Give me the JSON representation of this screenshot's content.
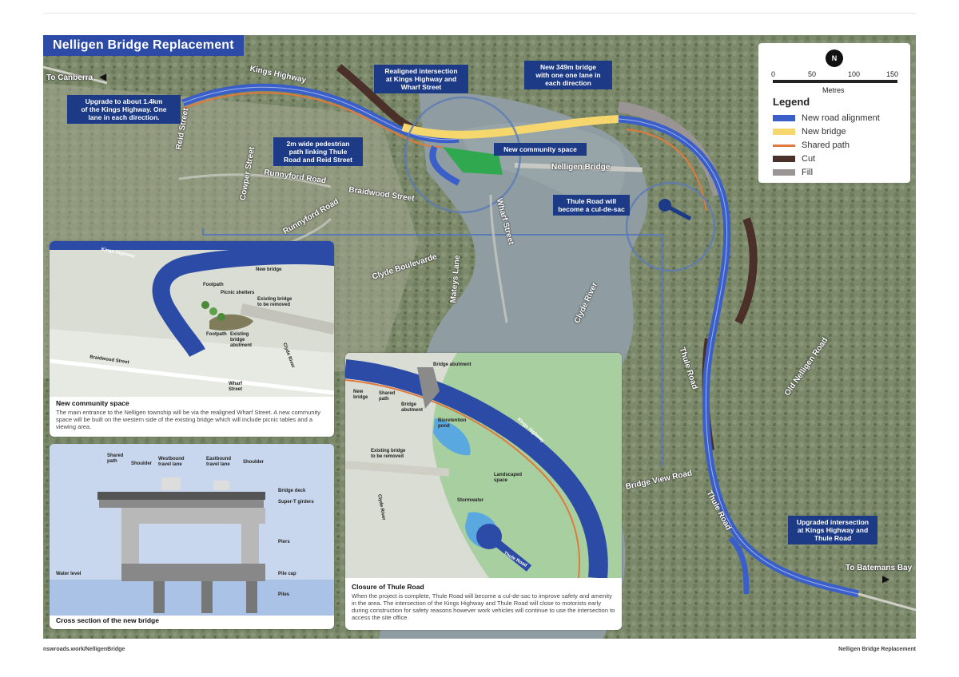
{
  "title": "Nelligen Bridge Replacement",
  "callouts": {
    "upgrade": "Upgrade to about 1.4km\nof the Kings Highway. One\nlane in each direction.",
    "pedestrian": "2m wide pedestrian\npath linking Thule\nRoad and Reid Street",
    "realigned": "Realigned intersection\nat Kings Highway and\nWharf Street",
    "newbridge": "New 349m bridge\nwith one one lane in\neach direction",
    "community": "New community space",
    "cul": "Thule Road will\nbecome a cul-de-sac",
    "upgraded": "Upgraded intersection\nat Kings Highway and\nThule Road"
  },
  "places": {
    "to_canberra": "To Canberra",
    "to_batemans": "To Batemans Bay",
    "kings_highway": "Kings Highway",
    "reid_street": "Reid Street",
    "cowper_street": "Cowper Street",
    "runnyford_road_1": "Runnyford Road",
    "runnyford_road_2": "Runnyford Road",
    "braidwood_street": "Braidwood Street",
    "nelligen_bridge": "Nelligen Bridge",
    "wharf_street": "Wharf Street",
    "clyde_boulevarde": "Clyde Boulevarde",
    "mateys_lane": "Mateys Lane",
    "clyde_river": "Clyde River",
    "thule_road_1": "Thule Road",
    "thule_road_2": "Thule Road",
    "old_nelligen_road": "Old Nelligen Road",
    "bridge_view_road": "Bridge View Road"
  },
  "legend": {
    "north": "N",
    "scale_ticks": [
      "0",
      "50",
      "100",
      "150"
    ],
    "scale_unit": "Metres",
    "title": "Legend",
    "items": [
      {
        "label": "New road alignment",
        "color": "#3a5fc8"
      },
      {
        "label": "New bridge",
        "color": "#f5d76e"
      },
      {
        "label": "Shared path",
        "color": "#e07a3c"
      },
      {
        "label": "Cut",
        "color": "#4a3028"
      },
      {
        "label": "Fill",
        "color": "#9a9494"
      }
    ]
  },
  "community_panel": {
    "title": "New community space",
    "text": "The main entrance to the Nelligen township will be via the realigned Wharf Street. A new community space will be built on the western side of the existing bridge which will include picnic tables and a viewing area.",
    "labels": {
      "kings_highway": "Kings Highway",
      "new_bridge": "New bridge",
      "footpath_top": "Footpath",
      "picnic": "Picnic shelters",
      "existing_bridge": "Existing bridge\nto be removed",
      "footpath_bottom": "Footpath",
      "abutment": "Existing\nbridge\nabutment",
      "clyde_river": "Clyde River",
      "braidwood": "Braidwood Street",
      "wharf": "Wharf\nStreet"
    }
  },
  "cross_panel": {
    "title": "Cross section of the new bridge",
    "labels": {
      "shared_path": "Shared\npath",
      "shoulder_left": "Shoulder",
      "westbound": "Westbound\ntravel lane",
      "eastbound": "Eastbound\ntravel lane",
      "shoulder_right": "Shoulder",
      "bridge_deck": "Bridge deck",
      "girders": "Super-T girders",
      "piers": "Piers",
      "water_level": "Water level",
      "pile_cap": "Pile cap",
      "piles": "Piles"
    }
  },
  "thule_panel": {
    "title": "Closure of Thule Road",
    "text": "When the project is complete, Thule Road will become a cul-de-sac to improve safety and amenity in the area. The intersection of the Kings Highway and Thule Road will close to motorists early during construction for safety reasons however work vehicles will continue to use the intersection to access the site office.",
    "labels": {
      "bridge_abutment_top": "Bridge abutment",
      "new_bridge": "New\nbridge",
      "shared_path": "Shared\npath",
      "bridge_abutment": "Bridge\nabutment",
      "bioretention": "Bioretention\npond",
      "kings_highway": "Kings Highway",
      "existing_bridge": "Existing bridge\nto be removed",
      "landscaped": "Landscaped\nspace",
      "stormwater": "Stormwater",
      "clyde_river": "Clyde River",
      "thule_road": "Thule Road"
    }
  },
  "footer": {
    "left": "nswroads.work/NelligenBridge",
    "right": "Nelligen Bridge Replacement"
  }
}
